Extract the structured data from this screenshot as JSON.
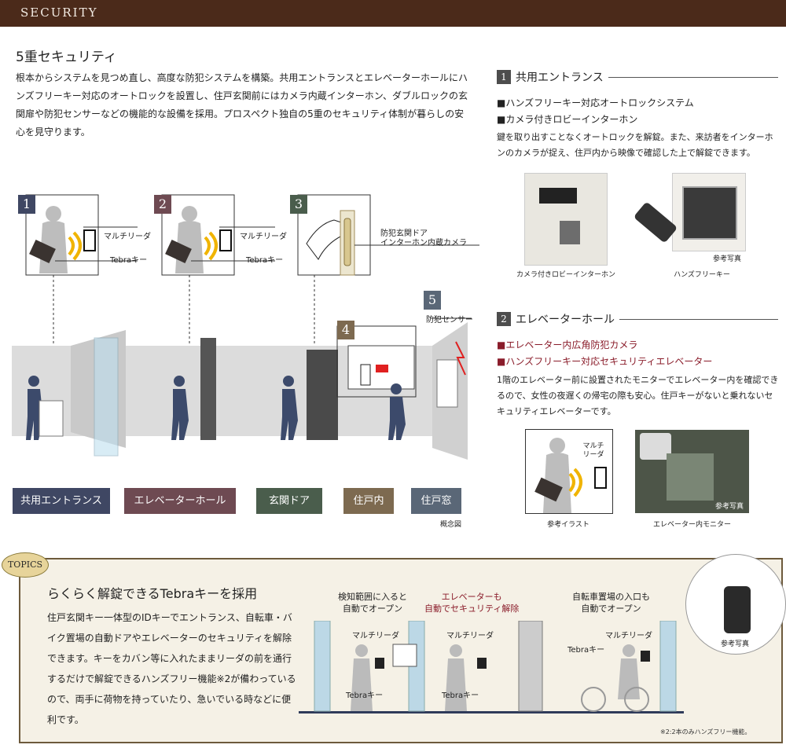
{
  "header": {
    "label": "SECURITY"
  },
  "intro": {
    "title": "5重セキュリティ",
    "body": "根本からシステムを見つめ直し、高度な防犯システムを構築。共用エントランスとエレベーターホールにハンズフリーキー対応のオートロックを設置し、住戸玄関前にはカメラ内蔵インターホン、ダブルロックの玄関扉や防犯センサーなどの機能的な設備を採用。プロスペクト独自の5重のセキュリティ体制が暮らしの安心を見守ります。"
  },
  "diagram": {
    "numbers": [
      "1",
      "2",
      "3",
      "4",
      "5"
    ],
    "labels": {
      "multi_reader_1": "マルチリーダ",
      "tebra_1": "Tebraキー",
      "multi_reader_2": "マルチリーダ",
      "tebra_2": "Tebraキー",
      "door_camera": "防犯玄関ドア\nインターホン内蔵カメラ",
      "sensor": "防犯センサー"
    },
    "categories": [
      {
        "label": "共用エントランス",
        "color": "#3f4763"
      },
      {
        "label": "エレベーターホール",
        "color": "#6e4a52"
      },
      {
        "label": "玄関ドア",
        "color": "#4a5d4c"
      },
      {
        "label": "住戸内",
        "color": "#7d6a50"
      },
      {
        "label": "住戸窓",
        "color": "#5a6777"
      }
    ],
    "note": "概念図"
  },
  "section1": {
    "number": "1",
    "title": "共用エントランス",
    "bullets": [
      "ハンズフリーキー対応オートロックシステム",
      "カメラ付きロビーインターホン"
    ],
    "desc": "鍵を取り出すことなくオートロックを解錠。また、来訪者をインターホンのカメラが捉え、住戸内から映像で確認した上で解錠できます。",
    "captions": {
      "photo1": "カメラ付きロビーインターホン",
      "photo2": "ハンズフリーキー",
      "ref": "参考写真"
    }
  },
  "section2": {
    "number": "2",
    "title": "エレベーターホール",
    "bullets": [
      "エレベーター内広角防犯カメラ",
      "ハンズフリーキー対応セキュリティエレベーター"
    ],
    "desc": "1階のエレベーター前に設置されたモニターでエレベーター内を確認できるので、女性の夜遅くの帰宅の際も安心。住戸キーがないと乗れないセキュリティエレベーターです。",
    "captions": {
      "illust": "参考イラスト",
      "monitor": "エレベーター内モニター",
      "reader": "マルチ\nリーダ",
      "ref": "参考写真"
    }
  },
  "topics": {
    "badge": "TOPICS",
    "title": "らくらく解錠できるTebraキーを採用",
    "body": "住戸玄関キー一体型のIDキーでエントランス、自転車・バイク置場の自動ドアやエレベーターのセキュリティを解除できます。キーをカバン等に入れたままリーダの前を通行するだけで解錠できるハンズフリー機能※2が備わっているので、両手に荷物を持っていたり、急いでいる時などに便利です。",
    "fig1_caption": "検知範囲に入ると\n自動でオープン",
    "fig2_caption": "エレベーターも\n自動でセキュリティ解除",
    "fig3_caption": "自転車置場の入口も\n自動でオープン",
    "multi_reader": "マルチリーダ",
    "tebra": "Tebraキー",
    "ref": "参考写真",
    "footnote": "※2:2本のみハンズフリー機能。"
  },
  "colors": {
    "header": "#4b2a1a",
    "accent_red": "#8a1c2a",
    "topics_border": "#6d5a3c",
    "signal": "#f0b400"
  }
}
